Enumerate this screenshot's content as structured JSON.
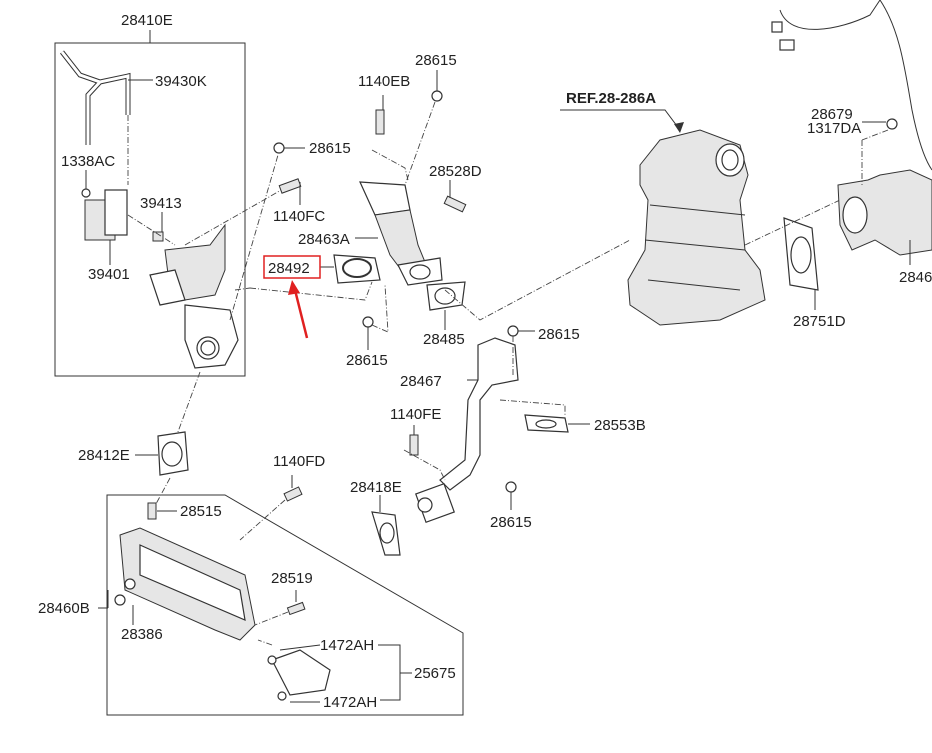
{
  "diagram": {
    "highlight_color": "#e02020",
    "labels": {
      "egr_valve_assy": "28410E",
      "hose": "39430K",
      "nut_1338": "1338AC",
      "bushing": "39413",
      "solenoid": "39401",
      "nut_a": "28615",
      "bolt_1140fc": "1140FC",
      "bolt_1140eb": "1140EB",
      "nut_b": "28615",
      "bolt_28528d": "28528D",
      "pipe_28463a": "28463A",
      "gasket_28492": "28492",
      "gasket_28485": "28485",
      "nut_c": "28615",
      "nut_d": "28615",
      "pipe_28467": "28467",
      "bolt_1140fe": "1140FE",
      "gasket_28553b": "28553B",
      "gasket_28412e": "28412E",
      "bolt_1140fd": "1140FD",
      "gasket_28418e": "28418E",
      "nut_e": "28615",
      "stud_28515": "28515",
      "stud_28519": "28519",
      "cooler_28460b": "28460B",
      "plug_28386": "28386",
      "clamp_top": "1472AH",
      "hose_25675": "25675",
      "clamp_bottom": "1472AH",
      "ref_catalyst": "REF.28-286A",
      "nut_28679": "28679",
      "nut_1317da": "1317DA",
      "gasket_28751d": "28751D",
      "turbo_cut": "2846"
    }
  }
}
